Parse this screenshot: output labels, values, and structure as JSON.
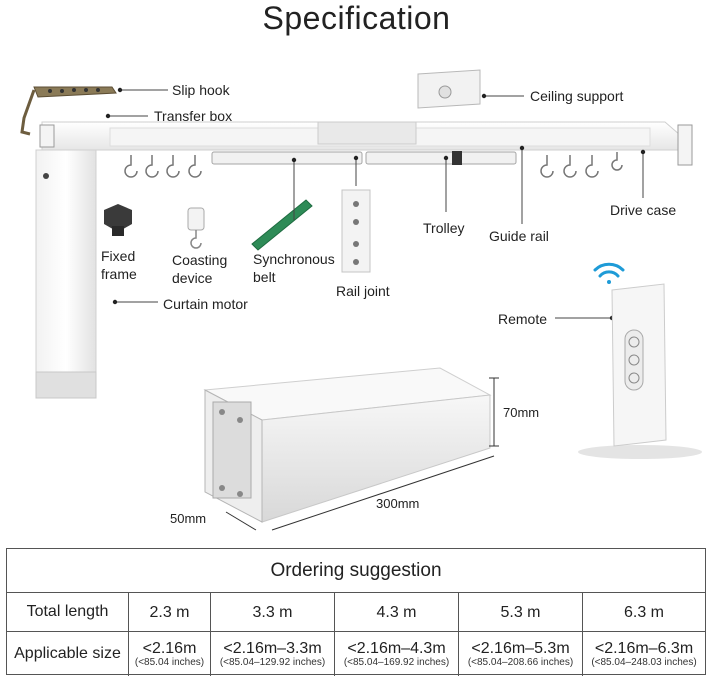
{
  "title": "Specification",
  "labels": {
    "slip_hook": "Slip hook",
    "transfer_box": "Transfer box",
    "ceiling_support": "Ceiling support",
    "drive_case": "Drive case",
    "fixed_frame_1": "Fixed",
    "fixed_frame_2": "frame",
    "coasting_device_1": "Coasting",
    "coasting_device_2": "device",
    "synchronous_belt_1": "Synchronous",
    "synchronous_belt_2": "belt",
    "rail_joint": "Rail joint",
    "trolley": "Trolley",
    "guide_rail": "Guide rail",
    "curtain_motor": "Curtain motor",
    "remote": "Remote"
  },
  "dimensions": {
    "height": "70mm",
    "length": "300mm",
    "width": "50mm"
  },
  "ordering": {
    "title": "Ordering suggestion",
    "row1_header": "Total length",
    "row2_header": "Applicable size",
    "lengths": [
      "2.3 m",
      "3.3 m",
      "4.3 m",
      "5.3 m",
      "6.3 m"
    ],
    "sizes": [
      "<2.16m",
      "<2.16m–3.3m",
      "<2.16m–4.3m",
      "<2.16m–5.3m",
      "<2.16m–6.3m"
    ],
    "inches": [
      "(<85.04 inches)",
      "(<85.04–129.92 inches)",
      "(<85.04–169.92 inches)",
      "(<85.04–208.66 inches)",
      "(<85.04–248.03 inches)"
    ]
  },
  "colors": {
    "wifi": "#1e9bd7",
    "belt": "#2e8b57"
  }
}
